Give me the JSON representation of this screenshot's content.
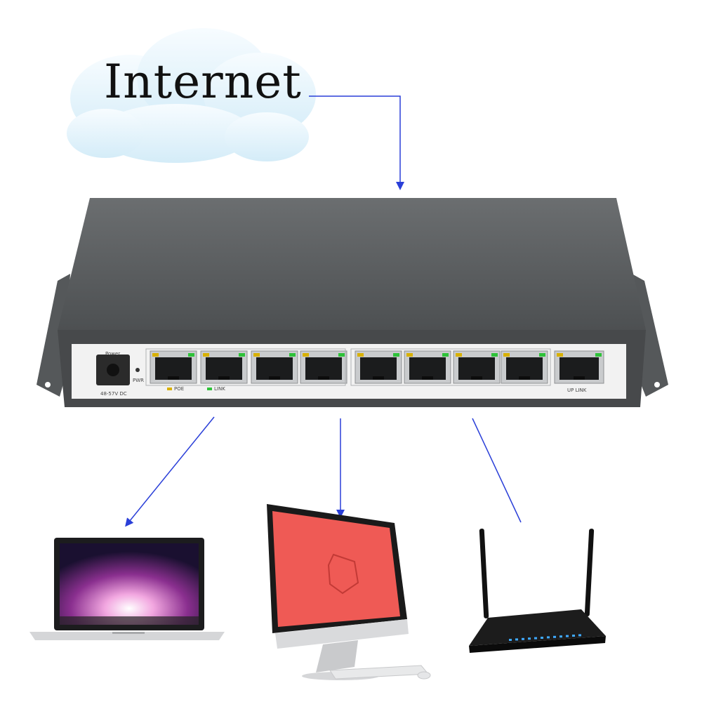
{
  "cloud": {
    "label": "Internet"
  },
  "switch": {
    "power_label": "Power",
    "pwr_label": "PWR",
    "dc_label": "48-57V DC",
    "poe_label": "POE",
    "link_label": "LINK",
    "uplink_label": "UP LINK",
    "poe_port_count": 8,
    "uplink_port_count": 1
  },
  "devices": [
    {
      "name": "laptop"
    },
    {
      "name": "desktop-monitor"
    },
    {
      "name": "wireless-router"
    }
  ],
  "colors": {
    "arrow": "#2a3fd8",
    "switch_body": "#5e6163",
    "panel": "#f2f2f2",
    "port_led_green": "#2fc23a",
    "port_led_amber": "#d8b000",
    "monitor_screen": "#ef5a55",
    "cloud": "#e4f3fb"
  }
}
